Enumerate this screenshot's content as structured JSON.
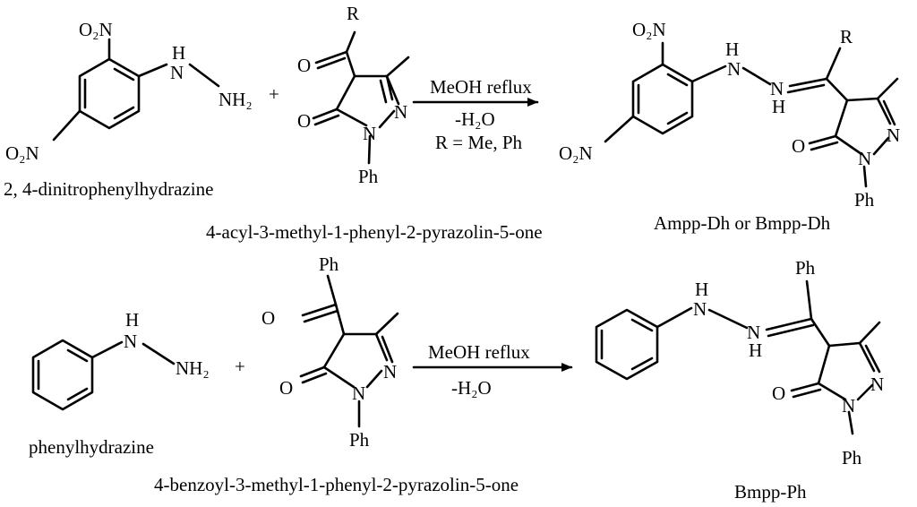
{
  "scheme": {
    "reaction1": {
      "reagent_a": {
        "name": "2, 4-dinitrophenylhydrazine",
        "atoms": {
          "nitro_top": "O₂N",
          "nitro_left": "O₂N",
          "h": "H",
          "n": "N",
          "nh2": "NH₂"
        }
      },
      "plus": "+",
      "reagent_b": {
        "name": "4-acyl-3-methyl-1-phenyl-2-pyrazolin-5-one",
        "atoms": {
          "r": "R",
          "o_acyl": "O",
          "o_ring": "O",
          "n1": "N",
          "n2": "N",
          "ph": "Ph"
        }
      },
      "conditions": {
        "above": "MeOH reflux",
        "below": "-H₂O",
        "note": "R = Me, Ph"
      },
      "product": {
        "name": "Ampp-Dh or Bmpp-Dh",
        "atoms": {
          "nitro_top": "O₂N",
          "nitro_left": "O₂N",
          "nh_n": "N",
          "nh_h": "H",
          "n2": "N",
          "n2_h": "H",
          "r": "R",
          "o_ring": "O",
          "n_ring1": "N",
          "n_ring2": "N",
          "ph": "Ph"
        }
      }
    },
    "reaction2": {
      "reagent_a": {
        "name": "phenylhydrazine",
        "atoms": {
          "h": "H",
          "n": "N",
          "nh2": "NH₂"
        }
      },
      "plus": "+",
      "reagent_b": {
        "name": "4-benzoyl-3-methyl-1-phenyl-2-pyrazolin-5-one",
        "atoms": {
          "ph_top": "Ph",
          "o_acyl": "O",
          "o_ring": "O",
          "n1": "N",
          "n2": "N",
          "ph": "Ph"
        }
      },
      "conditions": {
        "above": "MeOH reflux",
        "below": "-H₂O"
      },
      "product": {
        "name": "Bmpp-Ph",
        "atoms": {
          "h_top": "H",
          "n_top": "N",
          "n2": "N",
          "n2_h": "H",
          "ph_top": "Ph",
          "o_ring": "O",
          "n_ring1": "N",
          "n_ring2": "N",
          "ph": "Ph"
        }
      }
    }
  }
}
